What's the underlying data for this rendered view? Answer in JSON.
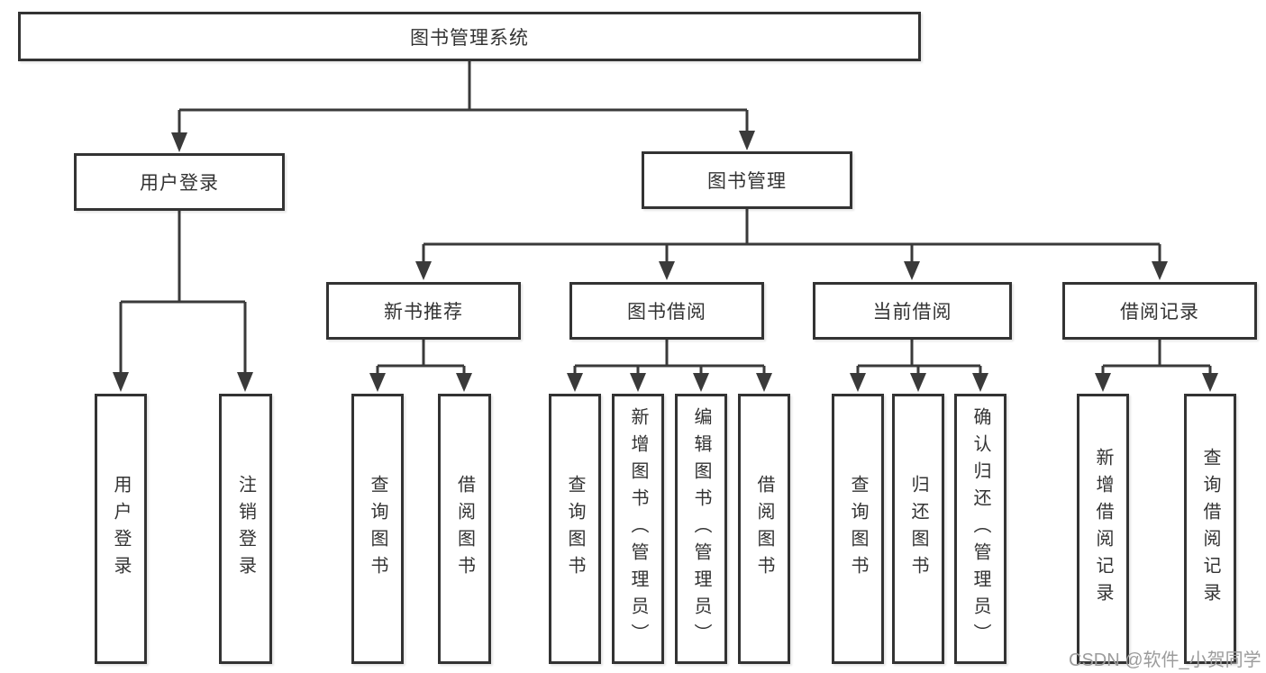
{
  "diagram": {
    "root_label": "图书管理系统",
    "level2": [
      {
        "label": "用户登录",
        "leaves": [
          {
            "label": "用户登录"
          },
          {
            "label": "注销登录"
          }
        ]
      },
      {
        "label": "图书管理",
        "groups": [
          {
            "label": "新书推荐",
            "leaves": [
              {
                "label": "查询图书"
              },
              {
                "label": "借阅图书"
              }
            ]
          },
          {
            "label": "图书借阅",
            "leaves": [
              {
                "label": "查询图书"
              },
              {
                "label": "新增图书（管理员）"
              },
              {
                "label": "编辑图书（管理员）"
              },
              {
                "label": "借阅图书"
              }
            ]
          },
          {
            "label": "当前借阅",
            "leaves": [
              {
                "label": "查询图书"
              },
              {
                "label": "归还图书"
              },
              {
                "label": "确认归还（管理员）"
              }
            ]
          },
          {
            "label": "借阅记录",
            "leaves": [
              {
                "label": "新增借阅记录"
              },
              {
                "label": "查询借阅记录"
              }
            ]
          }
        ]
      }
    ]
  },
  "watermark": {
    "text": "CSDN @软件_小贺同学"
  },
  "colors": {
    "line": "#3a3a3a",
    "box_border": "#333333",
    "text": "#333333",
    "background": "#ffffff",
    "watermark": "#9c9c9c"
  }
}
